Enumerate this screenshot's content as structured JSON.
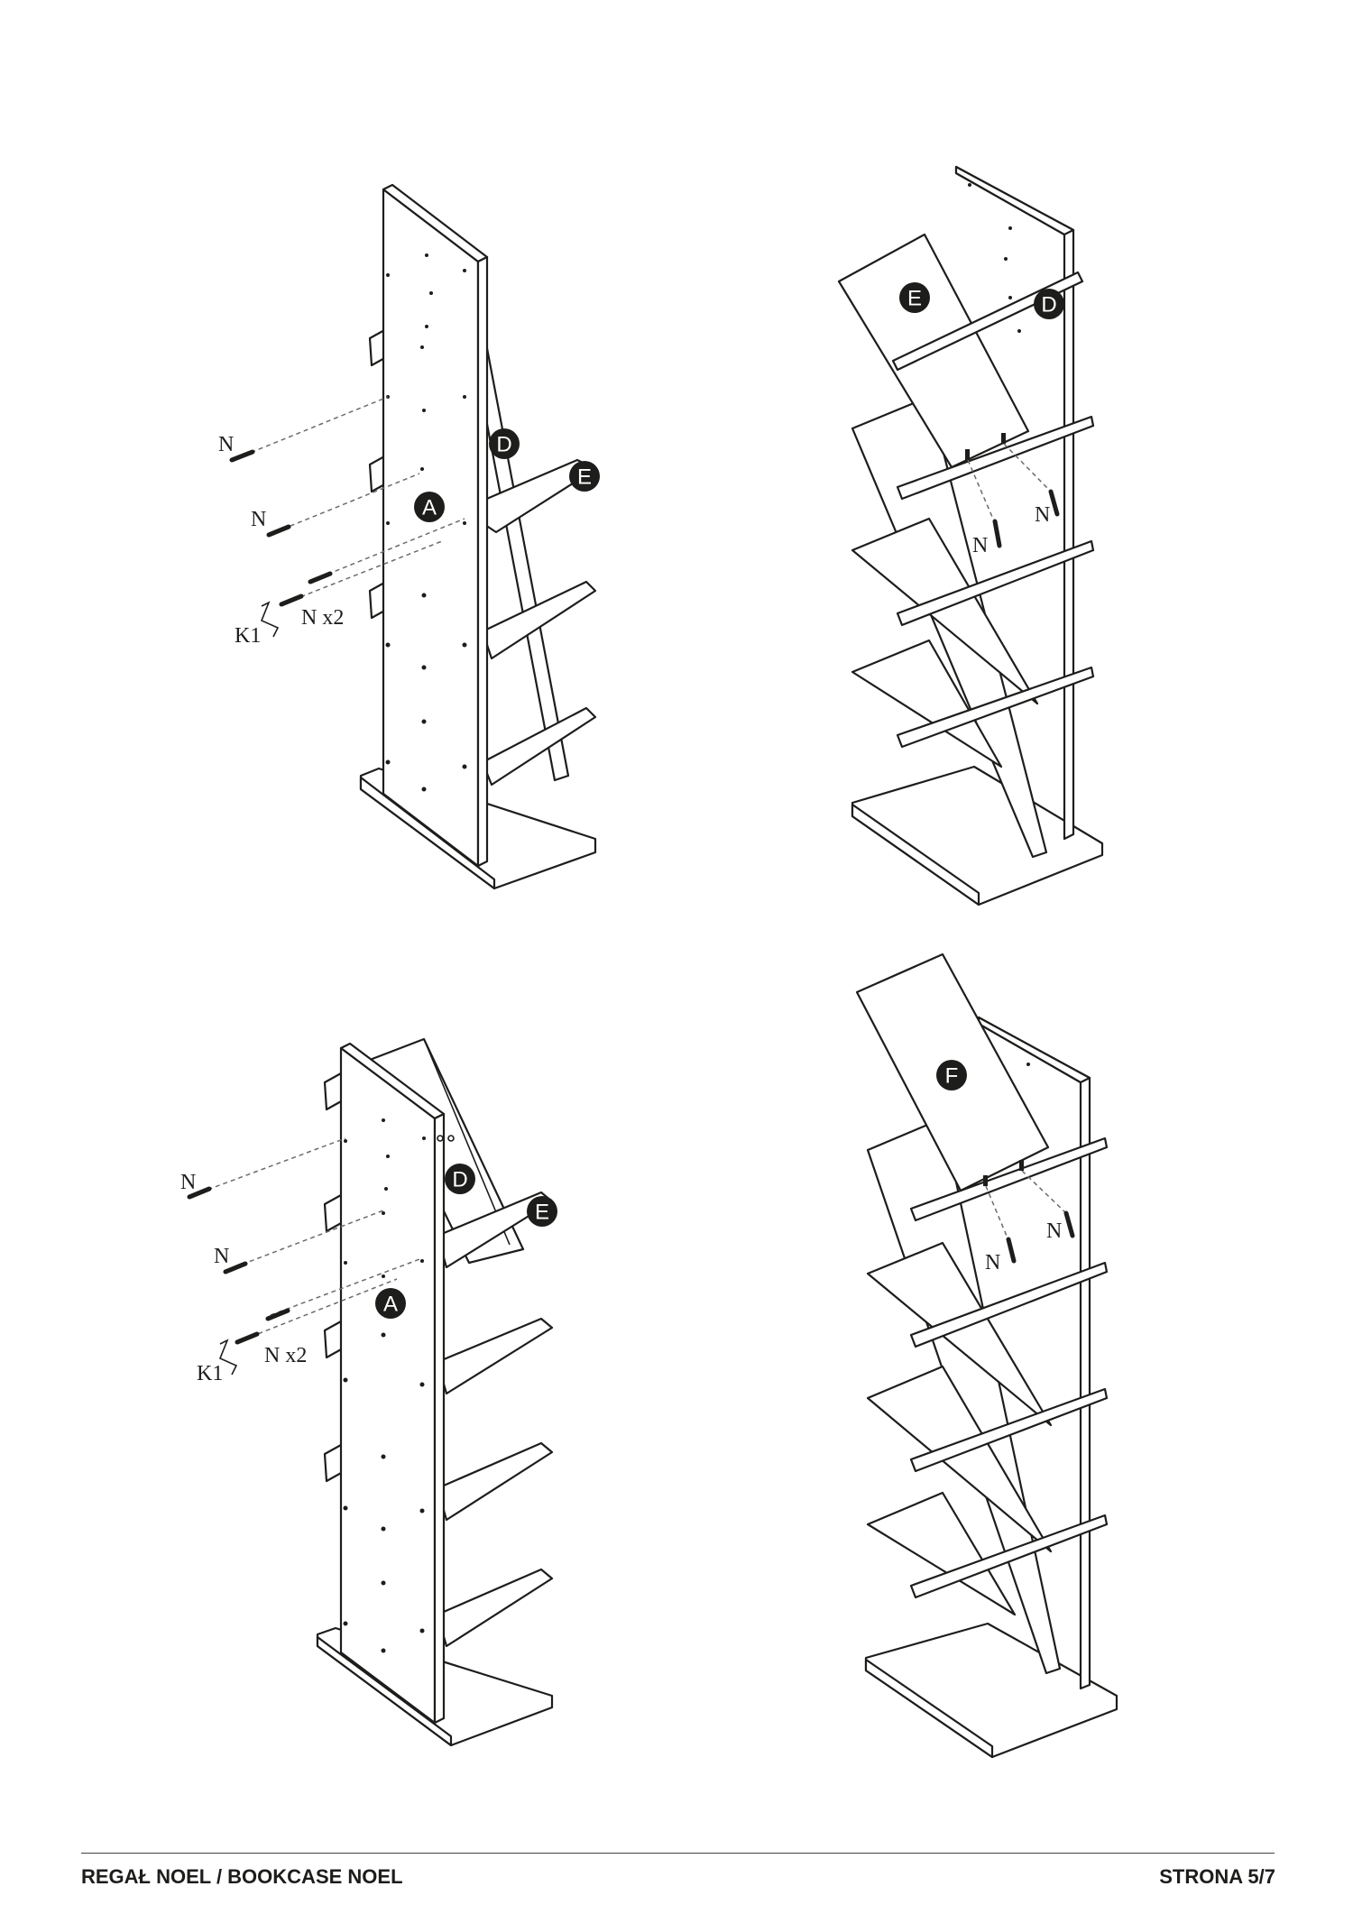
{
  "parts": {
    "A": "A",
    "D": "D",
    "E": "E",
    "F": "F"
  },
  "hardware": {
    "screw": "N",
    "screw_x2": "N x2",
    "key": "K1"
  },
  "footer": {
    "title": "REGAŁ NOEL / BOOKCASE NOEL",
    "page": "STRONA 5/7"
  }
}
